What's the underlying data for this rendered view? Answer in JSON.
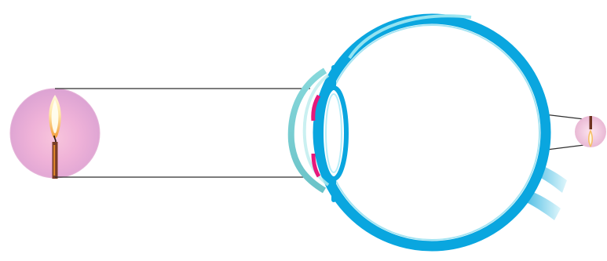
{
  "diagram": {
    "colors": {
      "eye_blue": "#0aa6df",
      "eye_light": "#8ddde8",
      "cornea": "#7fd3d6",
      "iris": "#e6197b",
      "ray": "#2f2f2f",
      "candle_bg": "#e7a8d6",
      "flame": "#f6b85d"
    },
    "elements": [
      "object-candle",
      "light-ray-top",
      "light-ray-bottom",
      "cornea",
      "lens",
      "eyeball",
      "optic-nerve",
      "retina-image"
    ]
  }
}
